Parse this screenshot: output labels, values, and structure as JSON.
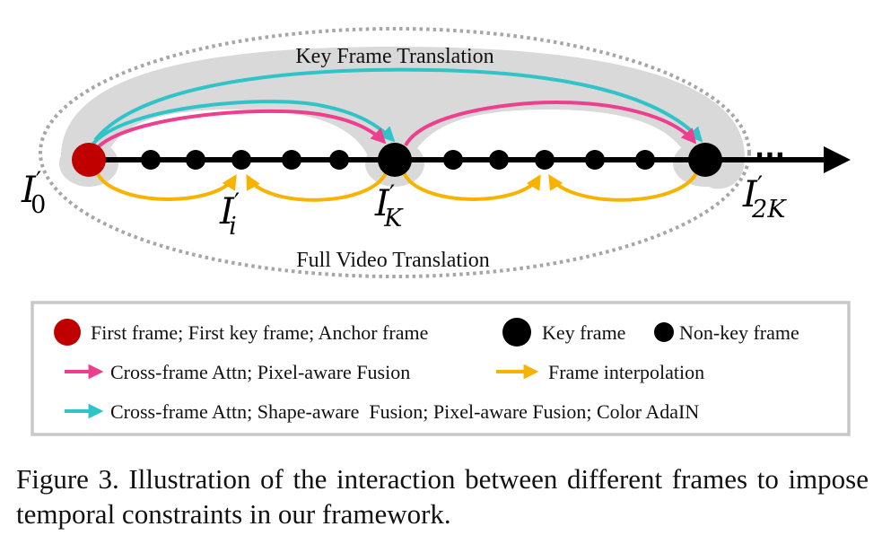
{
  "diagram": {
    "top_region_label": "Key Frame Translation",
    "bottom_region_label": "Full Video Translation",
    "ellipsis": "···",
    "frame_labels": {
      "i0": {
        "base": "I",
        "prime": "′",
        "sub": "0"
      },
      "ii": {
        "base": "I",
        "prime": "′",
        "sub": "i"
      },
      "ik": {
        "base": "I",
        "prime": "′",
        "sub": "K"
      },
      "i2k": {
        "base": "I",
        "prime": "′",
        "sub": "2K"
      }
    }
  },
  "legend": {
    "first_frame": "First frame; First key frame; Anchor frame",
    "key_frame": "Key frame",
    "non_key_frame": "Non-key frame",
    "pink_arrow": "Cross-frame Attn; Pixel-aware Fusion",
    "yellow_arrow": "Frame interpolation",
    "cyan_arrow": "Cross-frame Attn; Shape-aware  Fusion; Pixel-aware Fusion; Color AdaIN"
  },
  "caption": "Figure 3.  Illustration of the interaction between different frames to impose temporal constraints in our framework.",
  "colors": {
    "first_frame": "#c00000",
    "frame": "#000000",
    "pink": "#ee3e8e",
    "cyan": "#30c4c8",
    "yellow": "#f8b300",
    "region": "#d9d9d9",
    "dotted_border": "#a6a6a6"
  }
}
